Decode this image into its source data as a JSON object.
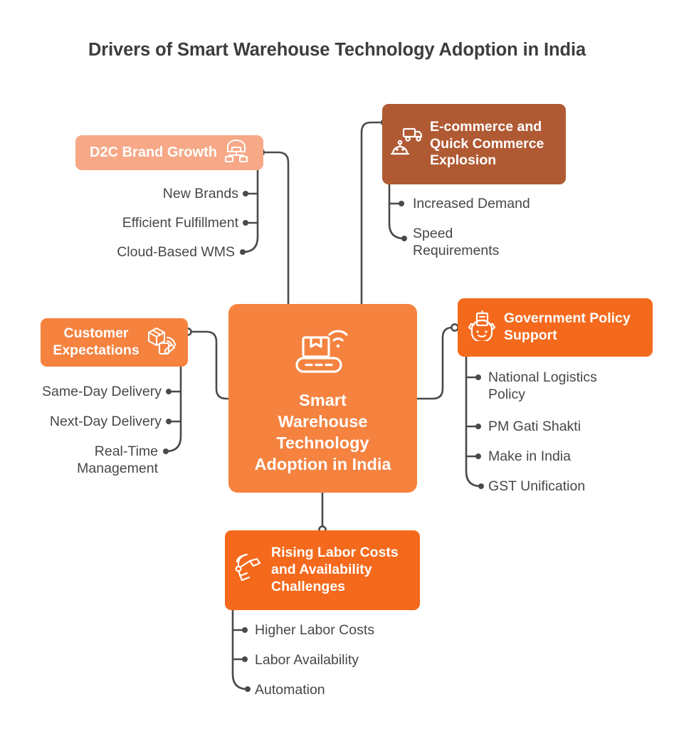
{
  "title": "Drivers of Smart Warehouse Technology Adoption in India",
  "colors": {
    "central": "#F5823F",
    "d2c": "#F6A887",
    "ecommerce": "#B05A33",
    "government": "#F4691C",
    "customer": "#F5823F",
    "labor": "#F4691C",
    "connector": "#4a4a4a",
    "title_text": "#3d3d3d",
    "leaf_text": "#474747",
    "background": "#ffffff"
  },
  "central": {
    "label": "Smart\nWarehouse\nTechnology\nAdoption in India",
    "icon": "conveyor-belt-package-wifi-icon"
  },
  "branches": [
    {
      "id": "d2c",
      "label": "D2C Brand Growth",
      "icon": "warehouse-distribution-icon",
      "children": [
        {
          "label": "New Brands"
        },
        {
          "label": "Efficient Fulfillment"
        },
        {
          "label": "Cloud-Based WMS"
        }
      ]
    },
    {
      "id": "ecommerce",
      "label": "E-commerce and\nQuick Commerce\nExplosion",
      "icon": "delivery-robot-truck-icon",
      "children": [
        {
          "label": "Increased Demand"
        },
        {
          "label": "Speed\nRequirements"
        }
      ]
    },
    {
      "id": "government",
      "label": "Government Policy\nSupport",
      "icon": "gear-document-policy-icon",
      "children": [
        {
          "label": "National Logistics\nPolicy"
        },
        {
          "label": "PM Gati Shakti"
        },
        {
          "label": "Make in India"
        },
        {
          "label": "GST Unification"
        }
      ]
    },
    {
      "id": "customer",
      "label": "Customer\nExpectations",
      "icon": "package-mobile-tracking-icon",
      "children": [
        {
          "label": "Same-Day Delivery"
        },
        {
          "label": "Next-Day Delivery"
        },
        {
          "label": "Real-Time\nManagement"
        }
      ]
    },
    {
      "id": "labor",
      "label": "Rising Labor Costs\nand Availability\nChallenges",
      "icon": "robotic-arm-signal-icon",
      "children": [
        {
          "label": "Higher Labor Costs"
        },
        {
          "label": "Labor Availability"
        },
        {
          "label": "Automation"
        }
      ]
    }
  ]
}
